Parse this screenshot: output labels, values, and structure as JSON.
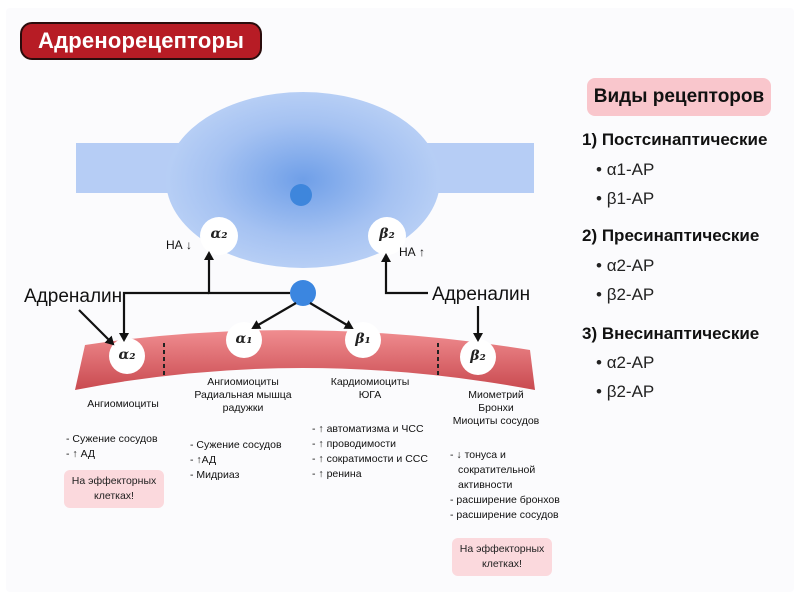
{
  "title": "Адренорецепторы",
  "adrenaline": "Адреналин",
  "na_down": "НА ↓",
  "na_up": "НА ↑",
  "receptors": {
    "pre_alpha2": "α₂",
    "pre_beta2": "β₂",
    "post_alpha2": "α₂",
    "post_alpha1": "α₁",
    "post_beta1": "β₁",
    "post_beta2": "β₂"
  },
  "cells": {
    "c1": "Ангиомиоциты",
    "c2_1": "Ангиомиоциты",
    "c2_2": "Радиальная мышца",
    "c2_3": "радужки",
    "c3_1": "Кардиомиоциты",
    "c3_2": "ЮГА",
    "c4_1": "Миометрий",
    "c4_2": "Бронхи",
    "c4_3": "Миоциты сосудов"
  },
  "effects": {
    "e1": [
      "- Сужение сосудов",
      "- ↑ АД"
    ],
    "e2": [
      "- Сужение сосудов",
      "- ↑АД",
      "- Мидриаз"
    ],
    "e3": [
      "- ↑ автоматизма и ЧСС",
      "- ↑ проводимости",
      "- ↑ сократимости и ССС",
      "- ↑ ренина"
    ],
    "e4": [
      "- ↓ тонуса и",
      "сократительной",
      "активности",
      "- расширение бронхов",
      "- расширение сосудов"
    ]
  },
  "note1": [
    "На эффекторных",
    "клетках!"
  ],
  "note2": [
    "На эффекторных",
    "клетках!"
  ],
  "types": {
    "title": "Виды рецепторов",
    "cat1": "1) Постсинаптические",
    "cat1_items": [
      "α1-АР",
      "β1-АР"
    ],
    "cat2": "2) Пресинаптические",
    "cat2_items": [
      "α2-АР",
      "β2-АР"
    ],
    "cat3": "3) Внесинаптические",
    "cat3_items": [
      "α2-АР",
      "β2-АР"
    ]
  },
  "colors": {
    "title_bg": "#b71c25",
    "neuron": "#a9c5f3",
    "membrane": "#e06a6e",
    "vesicle": "#3b86e0",
    "pink": "#fbd9dd"
  }
}
